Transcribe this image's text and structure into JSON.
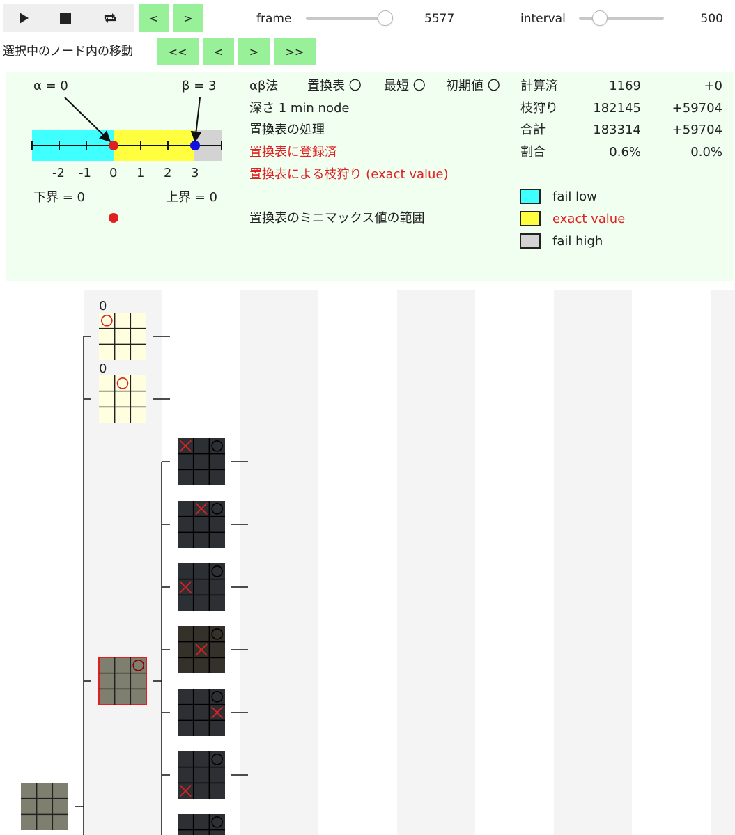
{
  "controls": {
    "play_icon": "play-icon",
    "stop_icon": "stop-icon",
    "repeat_icon": "repeat-icon",
    "prev_label": "<",
    "next_label": ">",
    "frame_label": "frame",
    "frame_value": "5577",
    "interval_label": "interval",
    "interval_value": "500"
  },
  "node_nav": {
    "label": "選択中のノード内の移動",
    "buttons": [
      "<<",
      "<",
      ">",
      ">>"
    ]
  },
  "panel": {
    "alpha_label": "α = 0",
    "beta_label": "β = 3",
    "ticks": [
      "-2",
      "-1",
      "0",
      "1",
      "2",
      "3"
    ],
    "lower_bound": "下界 = 0",
    "upper_bound": "上界 = 0",
    "method_line": {
      "title": "αβ法",
      "options": [
        "置換表 〇",
        "最短 〇",
        "初期値 〇"
      ]
    },
    "depth_line": "深さ 1 min node",
    "tt_processing": "置換表の処理",
    "tt_registered": "置換表に登録済",
    "tt_pruned": "置換表による枝狩り (exact value)",
    "tt_range": "置換表のミニマックス値の範囲",
    "stats": [
      {
        "label": "計算済",
        "value": "1169",
        "delta": "+0"
      },
      {
        "label": "枝狩り",
        "value": "182145",
        "delta": "+59704"
      },
      {
        "label": "合計",
        "value": "183314",
        "delta": "+59704"
      },
      {
        "label": "割合",
        "value": "0.6%",
        "delta": "0.0%"
      }
    ],
    "legend": [
      {
        "label": "fail low",
        "color": "#40ffff"
      },
      {
        "label": "exact value",
        "color": "#ffff40"
      },
      {
        "label": "fail high",
        "color": "#d3d3d3"
      }
    ],
    "colors": {
      "alpha_dot": "#e02020",
      "beta_dot": "#1010e0"
    }
  },
  "tree": {
    "root_board": {
      "cells": [
        "",
        "",
        "",
        "",
        "",
        "",
        "",
        "",
        ""
      ]
    },
    "level1": [
      {
        "score": "0",
        "cells": [
          "○",
          "",
          "",
          "",
          "",
          "",
          "",
          "",
          ""
        ],
        "style": "light"
      },
      {
        "score": "0",
        "cells": [
          "",
          "○",
          "",
          "",
          "",
          "",
          "",
          "",
          ""
        ],
        "style": "light"
      },
      {
        "score": "",
        "cells": [
          "",
          "",
          "○",
          "",
          "",
          "",
          "",
          "",
          ""
        ],
        "style": "selected"
      }
    ],
    "level2": [
      {
        "cells": [
          "×",
          "",
          "○",
          "",
          "",
          "",
          "",
          "",
          ""
        ],
        "style": "dark"
      },
      {
        "cells": [
          "",
          "×",
          "○",
          "",
          "",
          "",
          "",
          "",
          ""
        ],
        "style": "dark"
      },
      {
        "cells": [
          "",
          "",
          "○",
          "×",
          "",
          "",
          "",
          "",
          ""
        ],
        "style": "dark"
      },
      {
        "cells": [
          "",
          "",
          "○",
          "",
          "×",
          "",
          "",
          "",
          ""
        ],
        "style": "dark2"
      },
      {
        "cells": [
          "",
          "",
          "○",
          "",
          "",
          "×",
          "",
          "",
          ""
        ],
        "style": "dark"
      },
      {
        "cells": [
          "",
          "",
          "○",
          "",
          "",
          "",
          "×",
          "",
          ""
        ],
        "style": "dark"
      },
      {
        "cells": [
          "",
          "",
          "○",
          "",
          "",
          "",
          "",
          "",
          ""
        ],
        "style": "dark"
      }
    ]
  }
}
